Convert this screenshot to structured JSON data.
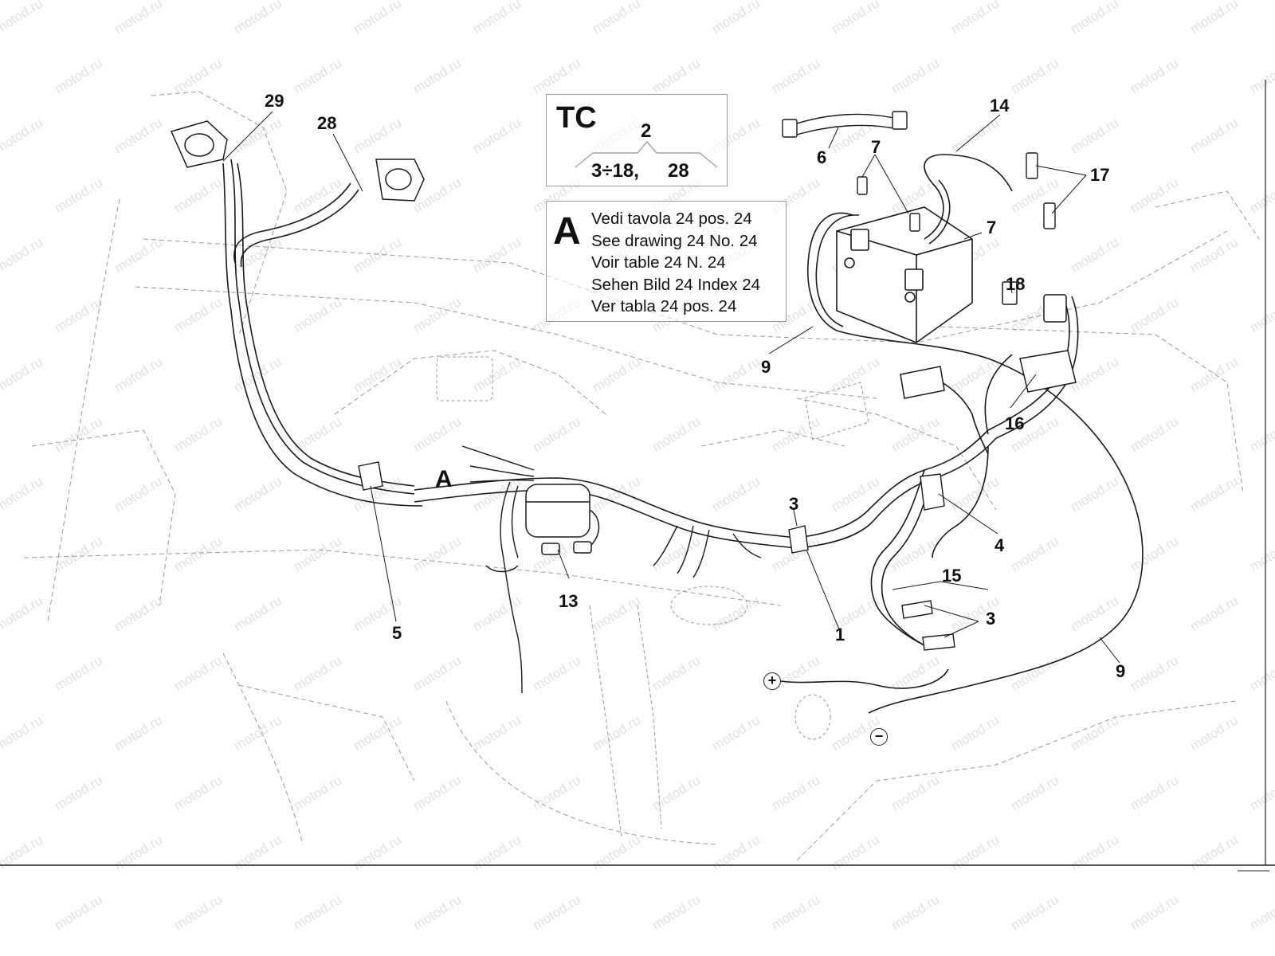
{
  "watermark": "motod.ru",
  "tc_box": {
    "title": "TC",
    "top": "2",
    "left": "3÷18,",
    "right": "28"
  },
  "ref_box": {
    "letter": "A",
    "lines": [
      "Vedi tavola 24 pos. 24",
      "See drawing 24 No. 24",
      "Voir table 24 N. 24",
      "Sehen Bild 24 Index 24",
      "Ver tabla 24 pos. 24"
    ]
  },
  "marker_A": "A",
  "terminals": {
    "positive": "+",
    "negative": "−"
  },
  "callouts": {
    "c29": "29",
    "c28": "28",
    "c6": "6",
    "c7a": "7",
    "c7b": "7",
    "c14": "14",
    "c17": "17",
    "c18": "18",
    "c9a": "9",
    "c16": "16",
    "c3a": "3",
    "c4": "4",
    "c15": "15",
    "c3b": "3",
    "c13": "13",
    "c5": "5",
    "c1": "1",
    "c9b": "9"
  },
  "colors": {
    "line": "#1a1a1a",
    "ghost": "#8a8a8a"
  }
}
